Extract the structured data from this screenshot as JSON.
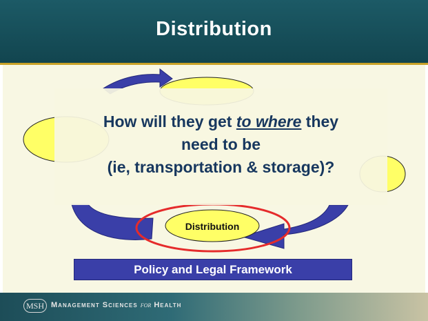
{
  "slide": {
    "title": "Distribution",
    "cycle_center_label": "Distribution",
    "framework_label": "Policy and Legal Framework",
    "question_part1": "How will they get ",
    "question_emphasis": "to where",
    "question_part2": " they",
    "question_line2": "need to be",
    "question_line3": "(ie, transportation & storage)?"
  },
  "footer": {
    "logo_text": "MSH",
    "org_name_a": "Management Sciences ",
    "org_name_for": "for",
    "org_name_b": " Health"
  },
  "colors": {
    "header": "#1c5a66",
    "accent_gold": "#c9a227",
    "content_bg": "#f8f7e3",
    "arrow_blue": "#3a3fa8",
    "ellipse_yellow": "#ffff66",
    "highlight_red": "#e52b2b",
    "question_text": "#17375e"
  }
}
